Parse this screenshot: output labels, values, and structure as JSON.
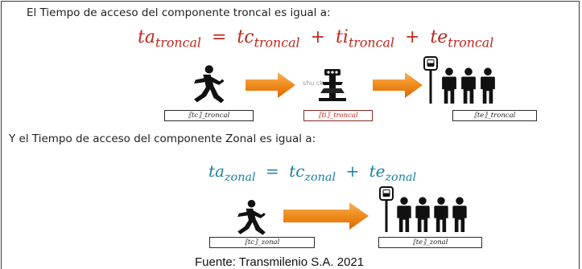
{
  "intro_troncal": "El Tiempo de acceso del componente troncal es igual a:",
  "intro_zonal": "Y el Tiempo de acceso del componente Zonal es igual a:",
  "eq_troncal": {
    "t1": "ta",
    "s1": "troncal",
    "op1": "=",
    "t2": "tc",
    "s2": "troncal",
    "op2": "+",
    "t3": "ti",
    "s3": "troncal",
    "op3": "+",
    "t4": "te",
    "s4": "troncal",
    "color": "#c0261c"
  },
  "eq_zonal": {
    "t1": "ta",
    "s1": "zonal",
    "op1": "=",
    "t2": "tc",
    "s2": "zonal",
    "op2": "+",
    "t3": "te",
    "s3": "zonal",
    "color": "#1d7fa3"
  },
  "boxes_troncal": [
    "⟦tc⟧_troncal",
    "⟦ti⟧_troncal",
    "⟦te⟧_troncal"
  ],
  "boxes_zonal": [
    "⟦tc⟧_zonal",
    "⟦te⟧_zonal"
  ],
  "watermark": "shu        ck",
  "icons": [
    "walking-person-icon",
    "arrow-right-icon",
    "turnstile-icon",
    "bus-stop-icon",
    "waiting-people-icon"
  ],
  "arrow_color": "#f08a1c",
  "source": "Fuente: Transmilenio S.A. 2021"
}
